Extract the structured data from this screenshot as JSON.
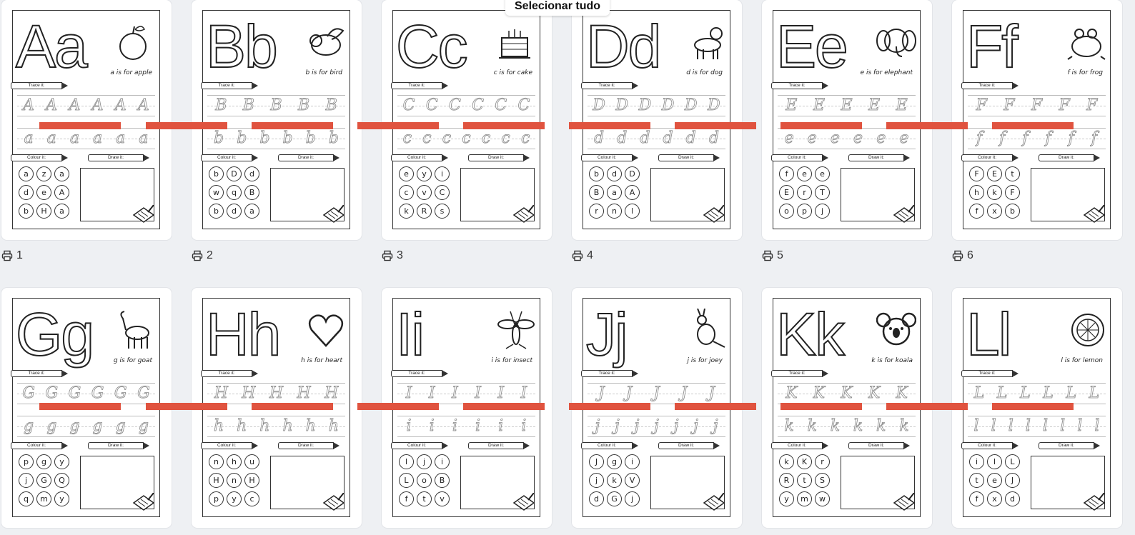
{
  "toolbar": {
    "select_all": "Selecionar tudo"
  },
  "labels": {
    "trace": "Trace it:",
    "colour": "Colour it:",
    "draw": "Draw it:"
  },
  "pages": [
    {
      "num": "1",
      "letters": "Aa",
      "caption": "a is for apple",
      "upper": "A",
      "lower": "a",
      "uc": 6,
      "lc": 6,
      "circles": [
        "a",
        "z",
        "a",
        "d",
        "e",
        "A",
        "b",
        "H",
        "a"
      ],
      "picture": "apple"
    },
    {
      "num": "2",
      "letters": "Bb",
      "caption": "b is for bird",
      "upper": "B",
      "lower": "b",
      "uc": 5,
      "lc": 6,
      "circles": [
        "b",
        "D",
        "d",
        "w",
        "q",
        "B",
        "b",
        "d",
        "a"
      ],
      "picture": "bird"
    },
    {
      "num": "3",
      "letters": "Cc",
      "caption": "c is for cake",
      "upper": "C",
      "lower": "c",
      "uc": 6,
      "lc": 7,
      "circles": [
        "e",
        "y",
        "i",
        "c",
        "v",
        "C",
        "k",
        "R",
        "s"
      ],
      "picture": "cake"
    },
    {
      "num": "4",
      "letters": "Dd",
      "caption": "d is for dog",
      "upper": "D",
      "lower": "d",
      "uc": 6,
      "lc": 6,
      "circles": [
        "b",
        "d",
        "D",
        "B",
        "a",
        "A",
        "r",
        "n",
        "l"
      ],
      "picture": "dog"
    },
    {
      "num": "5",
      "letters": "Ee",
      "caption": "e is for elephant",
      "upper": "E",
      "lower": "e",
      "uc": 5,
      "lc": 6,
      "circles": [
        "f",
        "e",
        "e",
        "E",
        "r",
        "T",
        "o",
        "p",
        "j"
      ],
      "picture": "elephant"
    },
    {
      "num": "6",
      "letters": "Ff",
      "caption": "f is for frog",
      "upper": "F",
      "lower": "f",
      "uc": 5,
      "lc": 6,
      "circles": [
        "F",
        "E",
        "t",
        "h",
        "k",
        "F",
        "f",
        "x",
        "b"
      ],
      "picture": "frog"
    },
    {
      "num": "",
      "letters": "Gg",
      "caption": "g is for goat",
      "upper": "G",
      "lower": "g",
      "uc": 6,
      "lc": 6,
      "circles": [
        "p",
        "g",
        "y",
        "j",
        "G",
        "Q",
        "q",
        "m",
        "y"
      ],
      "picture": "goat"
    },
    {
      "num": "",
      "letters": "Hh",
      "caption": "h is for heart",
      "upper": "H",
      "lower": "h",
      "uc": 5,
      "lc": 6,
      "circles": [
        "n",
        "h",
        "u",
        "H",
        "n",
        "H",
        "p",
        "y",
        "c"
      ],
      "picture": "heart"
    },
    {
      "num": "",
      "letters": "Ii",
      "caption": "i is for insect",
      "upper": "I",
      "lower": "i",
      "uc": 6,
      "lc": 6,
      "circles": [
        "l",
        "j",
        "i",
        "L",
        "o",
        "B",
        "f",
        "t",
        "v"
      ],
      "picture": "insect"
    },
    {
      "num": "",
      "letters": "Jj",
      "caption": "j is for joey",
      "upper": "J",
      "lower": "j",
      "uc": 5,
      "lc": 7,
      "circles": [
        "J",
        "g",
        "i",
        "j",
        "k",
        "V",
        "d",
        "G",
        "j"
      ],
      "picture": "joey"
    },
    {
      "num": "",
      "letters": "Kk",
      "caption": "k is for koala",
      "upper": "K",
      "lower": "k",
      "uc": 5,
      "lc": 6,
      "circles": [
        "k",
        "K",
        "r",
        "R",
        "t",
        "S",
        "y",
        "m",
        "w"
      ],
      "picture": "koala"
    },
    {
      "num": "",
      "letters": "Ll",
      "caption": "l is for lemon",
      "upper": "L",
      "lower": "l",
      "uc": 6,
      "lc": 8,
      "circles": [
        "i",
        "l",
        "L",
        "t",
        "e",
        "J",
        "f",
        "x",
        "d"
      ],
      "picture": "lemon"
    }
  ],
  "colors": {
    "red_bar": "#e0533f",
    "background": "#eef0f3"
  }
}
